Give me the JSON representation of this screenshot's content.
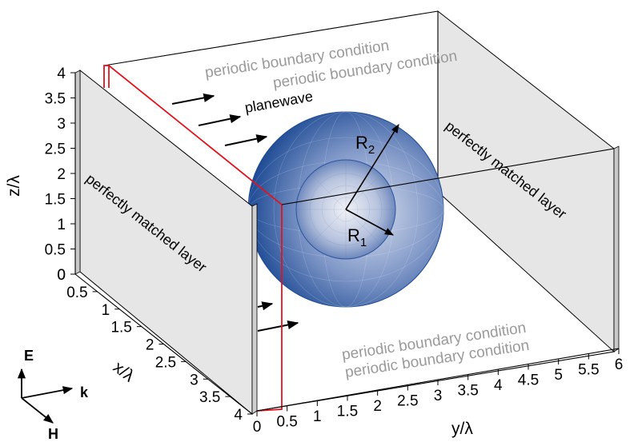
{
  "axes": {
    "z_label": "z/λ",
    "x_label": "x/λ",
    "y_label": "y/λ",
    "z_ticks": [
      "0",
      "0.5",
      "1",
      "1.5",
      "2",
      "2.5",
      "3",
      "3.5",
      "4"
    ],
    "x_ticks": [
      "0",
      "0.5",
      "1",
      "1.5",
      "2",
      "2.5",
      "3",
      "3.5",
      "4"
    ],
    "y_ticks": [
      "0",
      "0.5",
      "1",
      "1.5",
      "2",
      "2.5",
      "3",
      "3.5",
      "4",
      "4.5",
      "5",
      "5.5",
      "6"
    ]
  },
  "labels": {
    "pbc_top_1": "periodic boundary condition",
    "pbc_top_2": "periodic boundary condition",
    "pbc_bottom_1": "periodic boundary condition",
    "pbc_bottom_2": "periodic boundary condition",
    "pml_left": "perfectly matched layer",
    "pml_right": "perfectly matched layer",
    "planewave": "planewave",
    "r1": "R",
    "r1_sub": "1",
    "r2": "R",
    "r2_sub": "2"
  },
  "legend": {
    "e": "E",
    "k": "k",
    "h": "H"
  },
  "colors": {
    "pml_panel": "#e4e4e4",
    "highlight": "#e0141e",
    "sphere_outer": "#1d4a94",
    "sphere_inner": "#e8ebf3",
    "gray_text": "#9a9a9a"
  }
}
